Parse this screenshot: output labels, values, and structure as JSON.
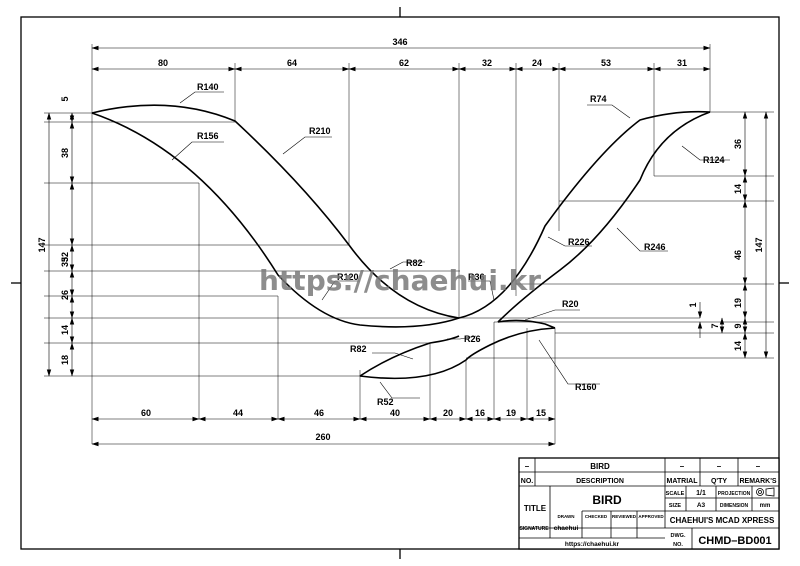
{
  "dimensions": {
    "top_overall": "346",
    "top_segments": [
      "80",
      "64",
      "62",
      "32",
      "24",
      "53",
      "31"
    ],
    "bottom_segments": [
      "60",
      "44",
      "46",
      "40",
      "20",
      "16",
      "19",
      "15"
    ],
    "bottom_overall": "260",
    "left_overall": "147",
    "left_segments": [
      "5",
      "38",
      "32",
      "35",
      "26",
      "14",
      "18"
    ],
    "right_overall": "147",
    "right_segments": [
      "36",
      "14",
      "46",
      "19",
      "9",
      "14"
    ],
    "right_small": [
      "1",
      "7"
    ]
  },
  "radii": {
    "r140": "R140",
    "r156": "R156",
    "r210": "R210",
    "r74": "R74",
    "r124": "R124",
    "r226": "R226",
    "r246": "R246",
    "r82_upper": "R82",
    "r120": "R120",
    "r36": "R36",
    "r20": "R20",
    "r26": "R26",
    "r82_lower": "R82",
    "r52": "R52",
    "r160": "R160"
  },
  "watermark": "https://chaehui.kr",
  "title_block": {
    "dash": "–",
    "header_part": "BIRD",
    "no_label": "NO.",
    "description_label": "DESCRIPTION",
    "material_label": "MATRIAL",
    "qty_label": "Q'TY",
    "remarks_label": "REMARK'S",
    "title_label": "TITLE",
    "title_value": "BIRD",
    "scale_label": "SCALE",
    "scale_value": "1/1",
    "projection_label": "PROJECTION",
    "size_label": "SIZE",
    "size_value": "A3",
    "dimension_label": "DIMENSION",
    "dimension_value": "mm",
    "drawn_label": "DRAWN",
    "checked_label": "CHECKED",
    "reviewed_label": "REVIEWED",
    "approved_label": "APPROVED",
    "signature_label": "SIGNATURE",
    "signature_value": "chaehui",
    "company": "CHAEHUI'S MCAD XPRESS",
    "url": "https://chaehui.kr",
    "dwg_label": "DWG.",
    "no_label2": "NO.",
    "dwg_number": "CHMD–BD001"
  }
}
